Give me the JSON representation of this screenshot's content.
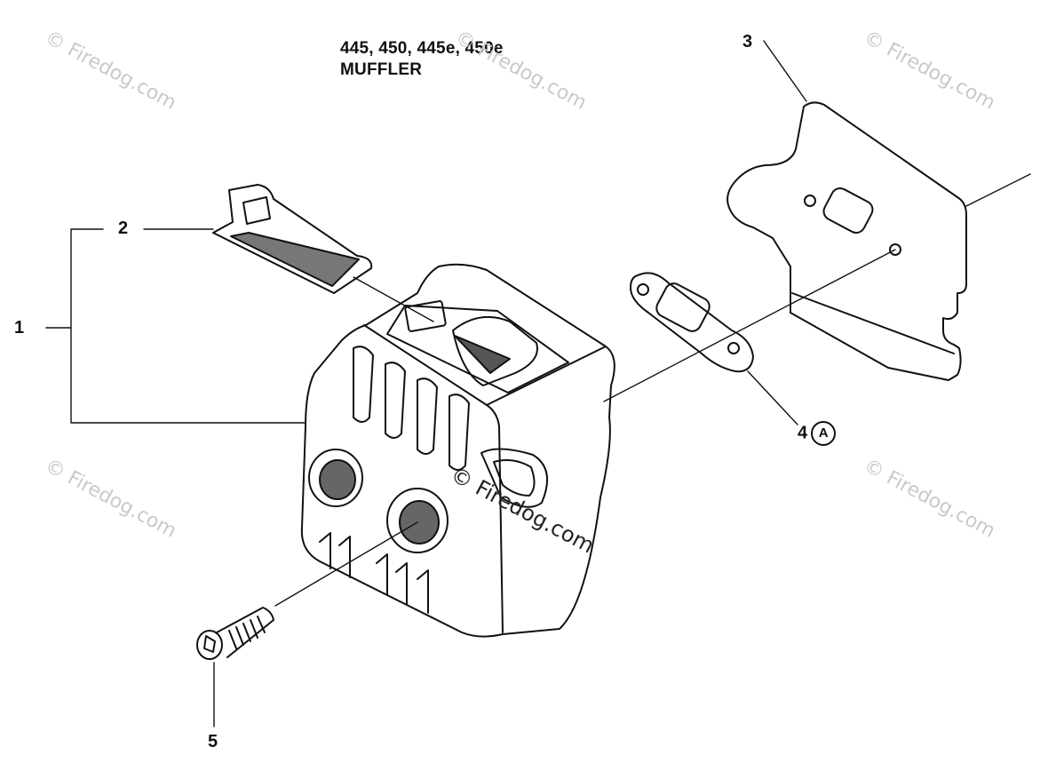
{
  "diagram": {
    "title_line1": "445, 450, 445e, 450e",
    "title_line2": "MUFFLER",
    "callouts": {
      "c1": "1",
      "c2": "2",
      "c3": "3",
      "c4": "4",
      "c4_symbol": "A",
      "c5": "5"
    },
    "watermark": "© Firedog.com"
  },
  "colors": {
    "line": "#111111",
    "watermark_light": "#c9c9c9",
    "watermark_dark": "#222222"
  },
  "icons": {
    "screw": "screw-icon",
    "muffler": "muffler-icon",
    "gasket": "gasket-icon",
    "heat_shield": "heat-shield-icon",
    "spark_screen": "spark-arrestor-screen-icon"
  }
}
